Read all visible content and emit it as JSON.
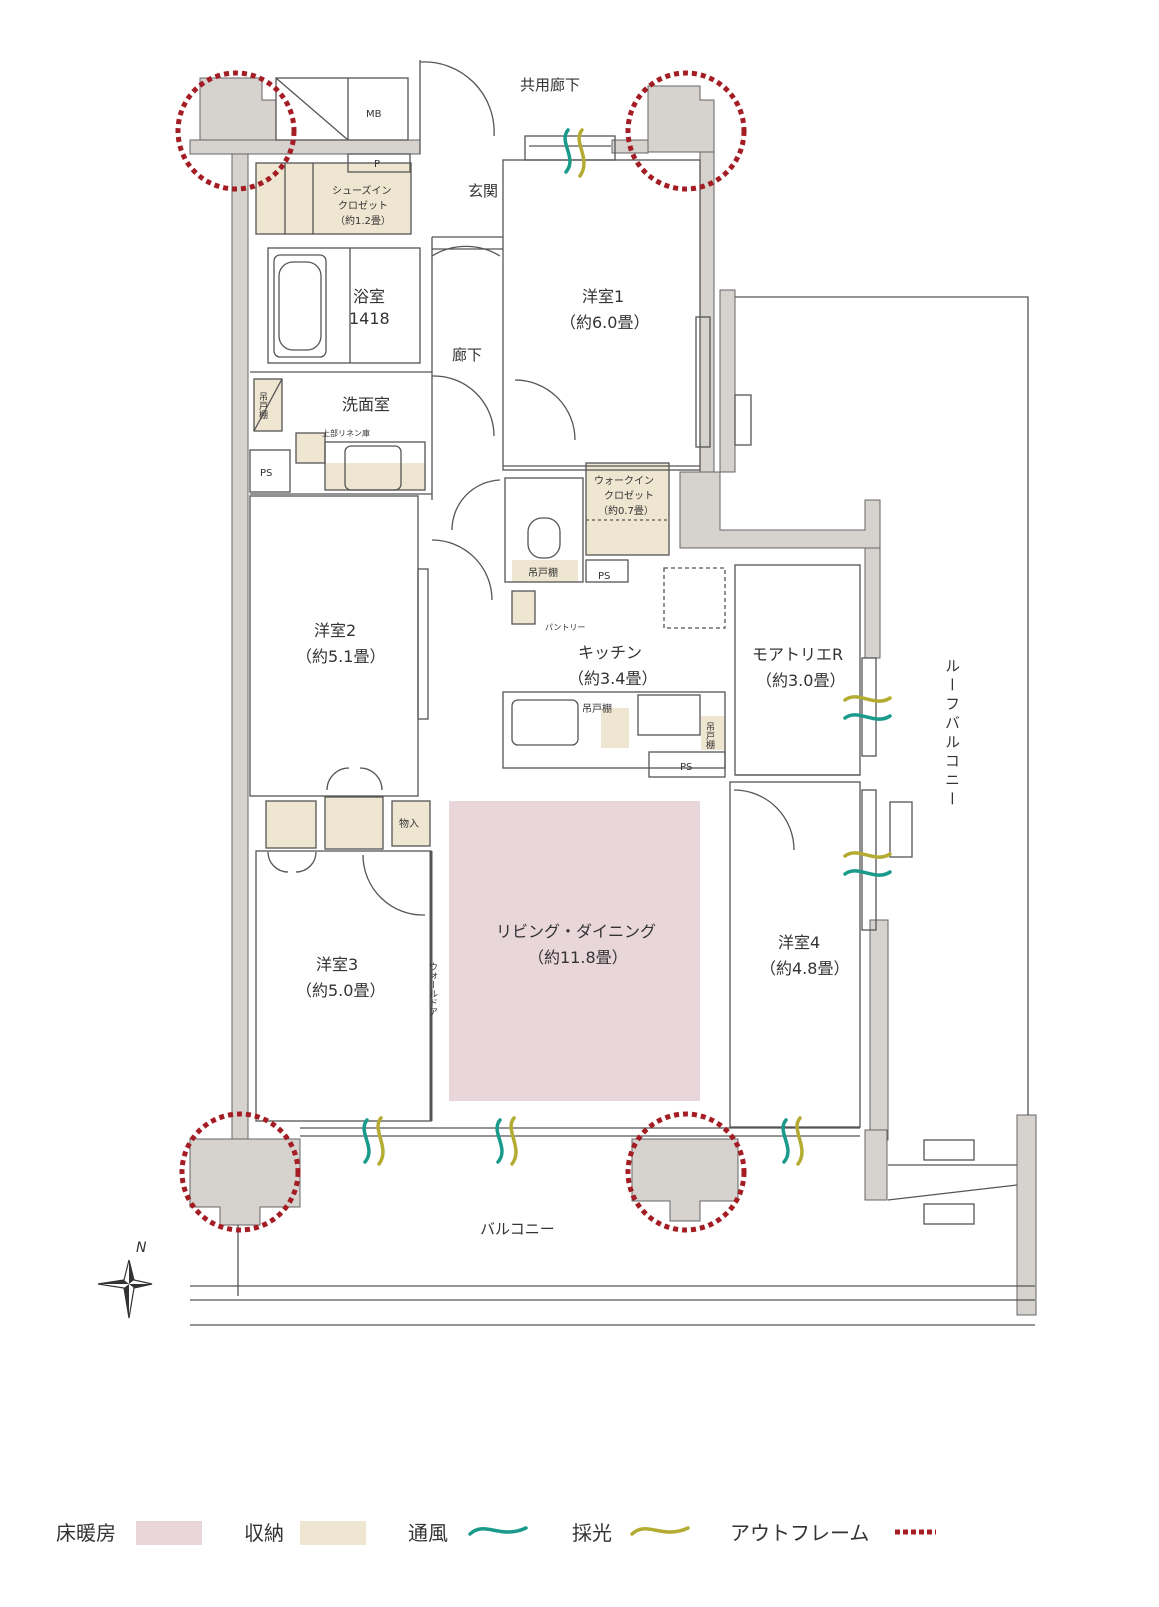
{
  "rooms": {
    "corridor_common": "共用廊下",
    "entrance": "玄関",
    "shoes_closet": [
      "シューズイン",
      "クロゼット",
      "（約1.2畳）"
    ],
    "mb": "MB",
    "p": "P",
    "bath": [
      "浴室",
      "1418"
    ],
    "hallway": "廊下",
    "washroom": "洗面室",
    "linen": "上部リネン庫",
    "hanging_shelf_vertical": "吊戸棚",
    "ps": "PS",
    "western1": [
      "洋室1",
      "（約6.0畳）"
    ],
    "walkin_closet": [
      "ウォークイン",
      "クロゼット",
      "（約0.7畳）"
    ],
    "toilet_shelf": "吊戸棚",
    "pantry": "パントリー",
    "kitchen": [
      "キッチン",
      "（約3.4畳）"
    ],
    "kitchen_shelf": "吊戸棚",
    "atelier": [
      "モアトリエR",
      "（約3.0畳）"
    ],
    "western2": [
      "洋室2",
      "（約5.1畳）"
    ],
    "storage": "物入",
    "living": [
      "リビング・ダイニング",
      "（約11.8畳）"
    ],
    "wall_door": "ウォールドア",
    "western3": [
      "洋室3",
      "（約5.0畳）"
    ],
    "western4": [
      "洋室4",
      "（約4.8畳）"
    ],
    "roof_balcony": "ルーフバルコニー",
    "balcony": "バルコニー",
    "compass_n": "N"
  },
  "legend": {
    "floor_heating": "床暖房",
    "storage": "収納",
    "ventilation": "通風",
    "daylight": "採光",
    "outframe": "アウトフレーム"
  },
  "colors": {
    "floor_heating": "#e8d6da",
    "storage": "#efe6d2",
    "wall": "#d6d3ce",
    "ventilation": "#1a9a8a",
    "daylight": "#b4ac32",
    "outframe": "#a41d24"
  }
}
